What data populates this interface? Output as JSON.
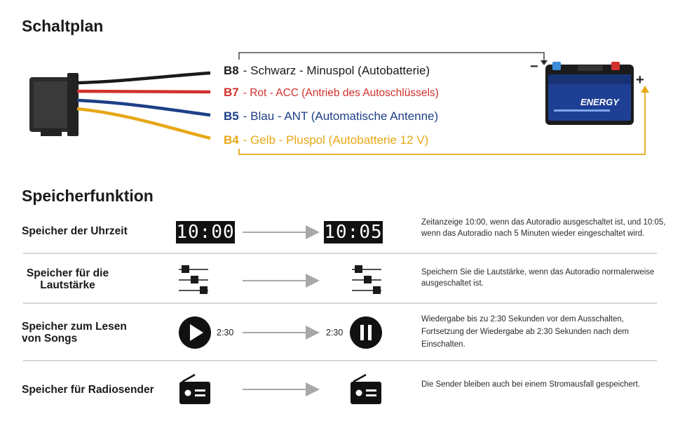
{
  "section_wiring": {
    "title": "Schaltplan",
    "wires": [
      {
        "code": "B8",
        "text": "- Schwarz - Minuspol (Autobatterie)",
        "color": "#1a1a1a"
      },
      {
        "code": "B7",
        "text": "- Rot - ACC (Antrieb des Autoschlüssels)",
        "color": "#d0312d"
      },
      {
        "code": "B5",
        "text": "- Blau - ANT (Automatische Antenne)",
        "color": "#1d3f87"
      },
      {
        "code": "B4",
        "text": "- Gelb - Pluspol (Autobatterie 12 V)",
        "color": "#e6a817"
      }
    ],
    "battery": {
      "brand": "ENERGY",
      "minus": "−",
      "plus": "+"
    }
  },
  "section_memory": {
    "title": "Speicherfunktion",
    "rows": [
      {
        "title": "Speicher der Uhrzeit",
        "before": "10:00",
        "after": "10:05",
        "description": "Zeitanzeige 10:00, wenn das Autoradio ausgeschaltet ist, und 10:05, wenn das Autoradio nach 5 Minuten wieder eingeschaltet wird."
      },
      {
        "title_line1": "Speicher für die",
        "title_line2": "Lautstärke",
        "description": "Speichern Sie die Lautstärke, wenn das Autoradio normalerweise ausgeschaltet ist."
      },
      {
        "title_line1": "Speicher zum Lesen",
        "title_line2": "von Songs",
        "time_before": "2:30",
        "time_after": "2:30",
        "description": "Wiedergabe bis zu 2:30 Sekunden vor dem Ausschalten, Fortsetzung der Wiedergabe ab 2:30 Sekunden nach dem Einschalten."
      },
      {
        "title": "Speicher für Radiosender",
        "description": "Die Sender bleiben auch bei einem Stromausfall gespeichert."
      }
    ]
  },
  "colors": {
    "black": "#1a1a1a",
    "red": "#d0312d",
    "blue": "#1d3f87",
    "yellow": "#e6a817",
    "arrow_gray": "#a8a8a8"
  },
  "icons": [
    "connector-icon",
    "battery-icon",
    "volume-slider-icon",
    "play-icon",
    "pause-icon",
    "radio-icon",
    "arrow-right-icon"
  ]
}
